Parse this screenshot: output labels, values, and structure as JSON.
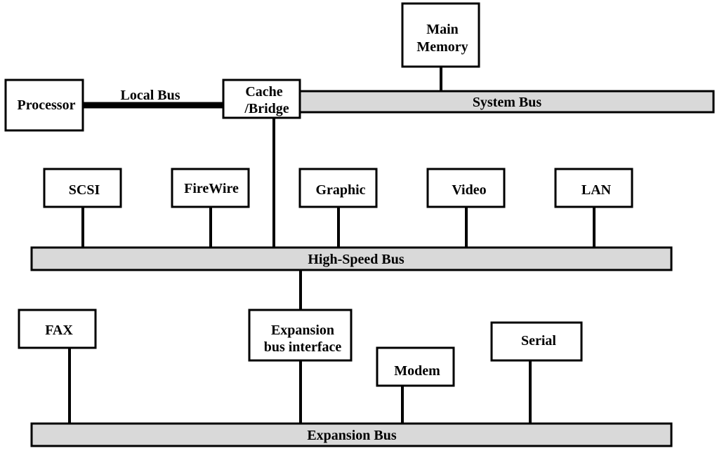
{
  "buses": {
    "system_bus": "System Bus",
    "high_speed_bus": "High-Speed Bus",
    "expansion_bus": "Expansion Bus",
    "local_bus": "Local Bus"
  },
  "components": {
    "main_memory": [
      "Main",
      "Memory"
    ],
    "processor": "Processor",
    "cache_bridge": [
      "Cache",
      "/Bridge"
    ],
    "scsi": "SCSI",
    "firewire": "FireWire",
    "graphic": "Graphic",
    "video": "Video",
    "lan": "LAN",
    "fax": "FAX",
    "expansion_bus_interface": [
      "Expansion",
      "bus interface"
    ],
    "modem": "Modem",
    "serial": "Serial"
  }
}
